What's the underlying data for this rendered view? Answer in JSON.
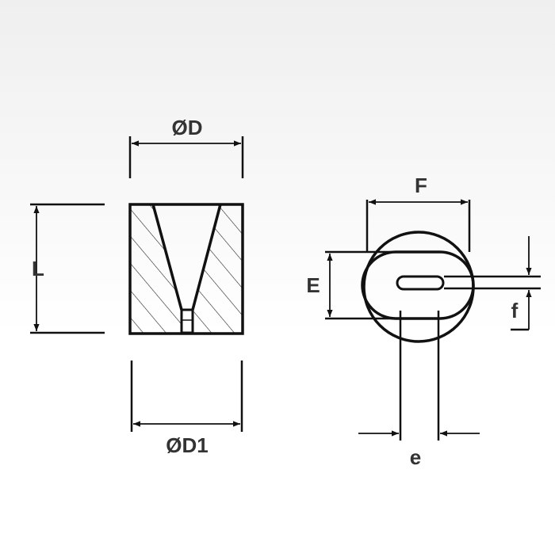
{
  "labels": {
    "od": "ØD",
    "od1": "ØD1",
    "length": "L",
    "width_f": "F",
    "height_e": "E",
    "slot_f": "f",
    "slot_e": "e"
  },
  "colors": {
    "line": "#111111",
    "text": "#333333",
    "hatch": "#222222"
  }
}
